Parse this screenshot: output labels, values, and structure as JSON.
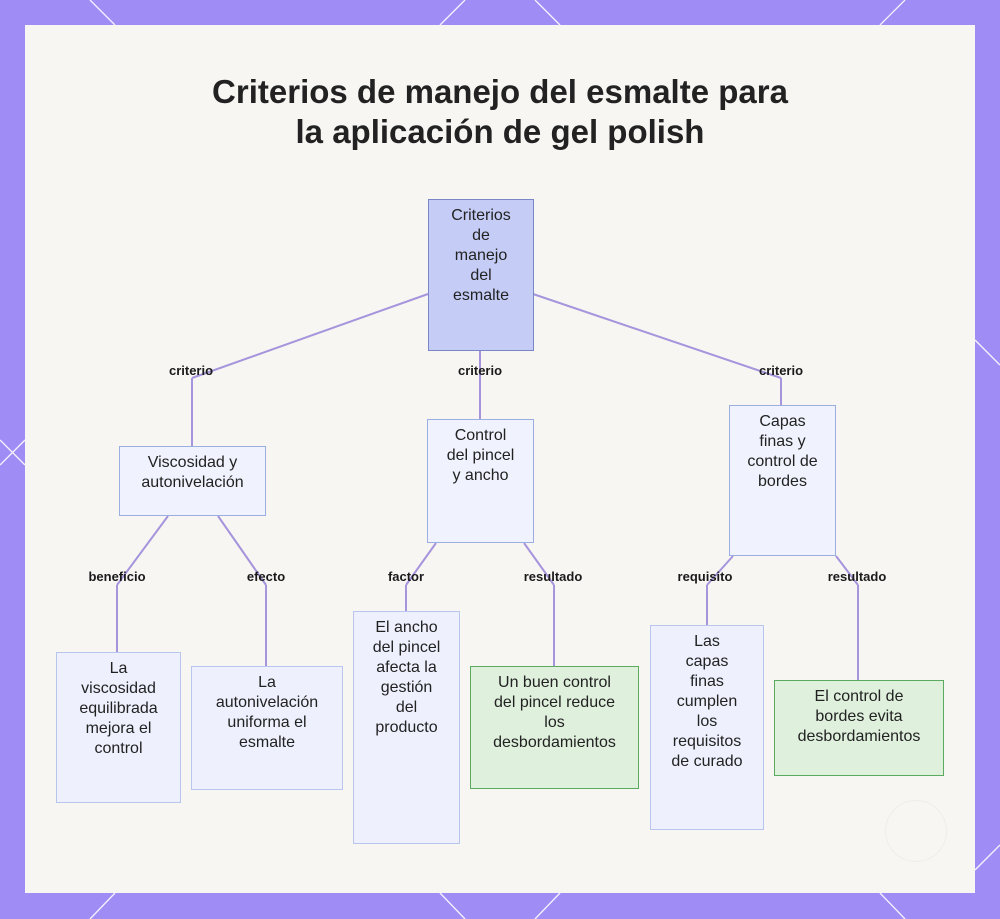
{
  "title_lines": [
    "Criterios de manejo del esmalte para",
    "la aplicación de gel polish"
  ],
  "nodes": {
    "root": [
      "Criterios",
      "de",
      "manejo",
      "del",
      "esmalte"
    ],
    "viscosidad": [
      "Viscosidad y",
      "autonivelación"
    ],
    "pincel": [
      "Control",
      "del pincel",
      "y ancho"
    ],
    "capas": [
      "Capas",
      "finas y",
      "control de",
      "bordes"
    ],
    "leaf_viscosidad": [
      "La",
      "viscosidad",
      "equilibrada",
      "mejora el",
      "control"
    ],
    "leaf_autonivelacion": [
      "La",
      "autonivelación",
      "uniforma el",
      "esmalte"
    ],
    "leaf_ancho": [
      "El ancho",
      "del pincel",
      "afecta la",
      "gestión",
      "del",
      "producto"
    ],
    "leaf_buen_control": [
      "Un buen control",
      "del pincel reduce",
      "los",
      "desbordamientos"
    ],
    "leaf_capas": [
      "Las",
      "capas",
      "finas",
      "cumplen",
      "los",
      "requisitos",
      "de curado"
    ],
    "leaf_bordes": [
      "El control de",
      "bordes evita",
      "desbordamientos"
    ]
  },
  "edge_labels": {
    "root_viscosidad": "criterio",
    "root_pincel": "criterio",
    "root_capas": "criterio",
    "viscosidad_leaf1": "beneficio",
    "viscosidad_leaf2": "efecto",
    "pincel_leaf1": "factor",
    "pincel_leaf2": "resultado",
    "capas_leaf1": "requisito",
    "capas_leaf2": "resultado"
  },
  "colors": {
    "background": "#a08cf5",
    "card": "#f7f6f3",
    "root_fill": "#c5cdf7",
    "node_fill": "#f0f3fd",
    "result_fill": "#dff0dd",
    "result_border": "#5aaa5f",
    "edge": "#a694dc"
  }
}
